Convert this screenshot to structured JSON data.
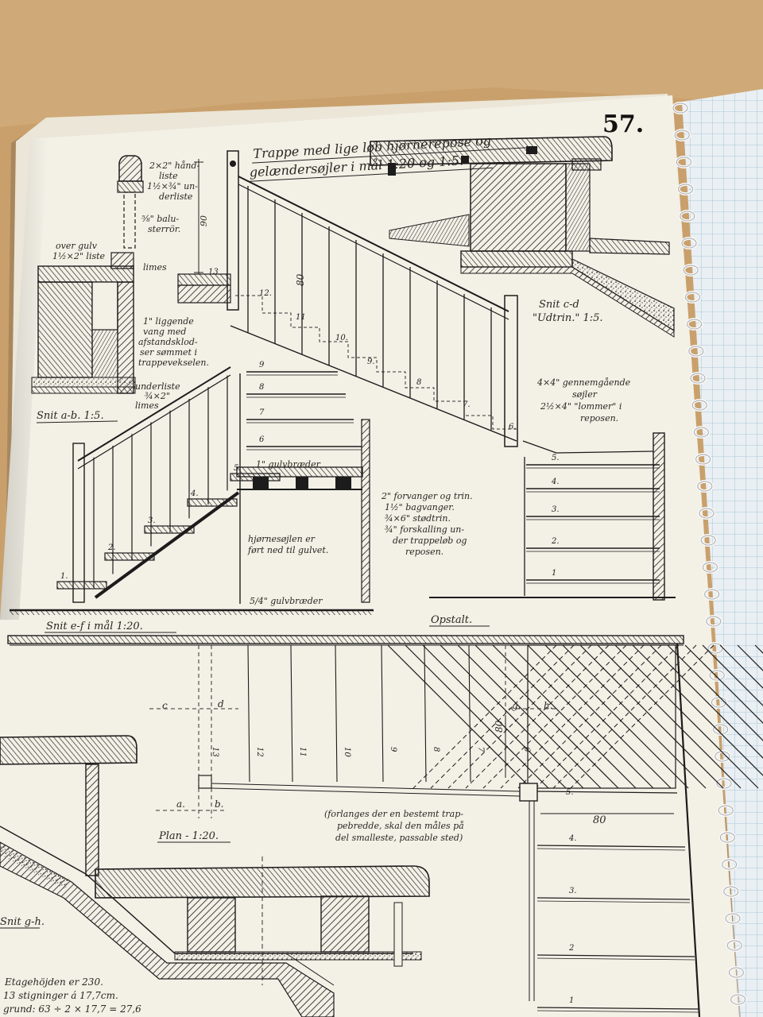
{
  "page": {
    "number": "57.",
    "title_line1": "Trappe med lige løb hjørnerepose og",
    "title_line2": "gelændersøjler i mål 1:20 og 1:5.",
    "colors": {
      "table": "#c9a06c",
      "paper": "#f3f0e6",
      "ink": "#1c1c1c",
      "grid_paper": "#e9eff3",
      "grid_line": "#8ab4c8"
    }
  },
  "notes": {
    "handrail": [
      "2×2\" hånd-",
      "liste",
      "1½×¾\" un-",
      "derliste"
    ],
    "baluster": [
      "⅝\" balu-",
      "sterrör."
    ],
    "over_floor": [
      "over gulv",
      "1½×2\" liste"
    ],
    "limes_top": "limes",
    "dim_90": "90",
    "dim_13": "13",
    "vang": [
      "1\" liggende",
      "vang med",
      "afstandsklod-",
      "ser sømmet i",
      "trappevekselen."
    ],
    "underliste": [
      "underliste",
      "¾×2\"",
      "limes"
    ],
    "snit_ab": "Snit a-b. 1:5.",
    "snit_cd": [
      "Snit c-d",
      "\"Udtrin.\" 1:5."
    ],
    "post_note": [
      "4×4\" gennemgående",
      "søjler",
      "2½×4\" \"lommer\" i",
      "reposen."
    ],
    "gulvbraeder_1": "1\" gulvbræder",
    "forvanger": [
      "2\" forvanger og trin.",
      "1½\" bagvanger.",
      "¾×6\" stødtrin.",
      "¾\" forskalling un-",
      "der trappeløb og",
      "reposen."
    ],
    "hjornesojle": [
      "hjørnesøjlen er",
      "ført ned til gulvet."
    ],
    "gulvbraeder_54": "5/4\" gulvbræder",
    "snit_ef": "Snit e-f i mål 1:20.",
    "opstalt": "Opstalt.",
    "dim_80_rail": "80",
    "plan": "Plan - 1:20.",
    "plan_note": [
      "(forlanges der en bestemt trap-",
      "pebredde, skal den måles på",
      "del smalleste, passable sted)"
    ],
    "dim_80_plan": "80",
    "dim_80_horiz": "80",
    "snit_gh": "Snit g-h.",
    "bottom_note": [
      "Etagehöjden er 230.",
      "13 stigninger á 17,7cm.",
      "grund: 63 ÷ 2 × 17,7 = 27,6"
    ],
    "labels": {
      "c": "c",
      "d": "d",
      "a": "a.",
      "b": "b.",
      "g": "g.",
      "h": "h."
    }
  },
  "step_numbers": {
    "section_ef": [
      "1.",
      "2.",
      "3.",
      "4.",
      "5."
    ],
    "section_ef_upper": [
      "6",
      "7",
      "8",
      "9"
    ],
    "railing_steps": [
      "12.",
      "11",
      "10.",
      "9.",
      "8",
      "7.",
      "6."
    ],
    "opstalt": [
      "1",
      "2.",
      "3.",
      "4.",
      "5."
    ],
    "plan_treads": [
      "13",
      "12",
      "11",
      "10",
      "9",
      "8",
      "7",
      "6"
    ],
    "plan_landing": "5.",
    "plan_lower": [
      "4.",
      "3.",
      "2",
      "1"
    ]
  }
}
